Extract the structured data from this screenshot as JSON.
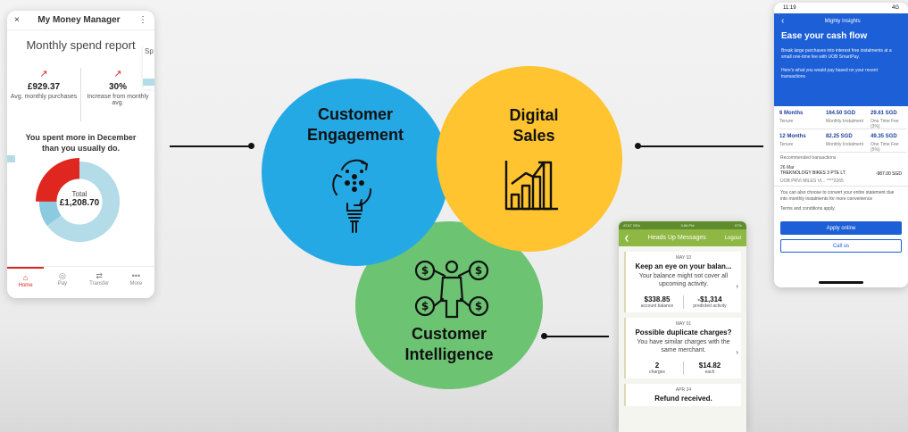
{
  "left_phone": {
    "close_glyph": "×",
    "title": "My Money Manager",
    "menu_glyph": "⋮",
    "subtitle": "Monthly spend report",
    "peek_label": "Sp",
    "stats": [
      {
        "icon": "chart-up-icon",
        "glyph": "↗",
        "value": "£929.37",
        "label": "Avg. monthly purchases"
      },
      {
        "icon": "trend-up-icon",
        "glyph": "↗",
        "value": "30%",
        "label": "Increase from monthly avg."
      }
    ],
    "message": "You spent more in December than you usually do.",
    "total_label": "Total",
    "total_amount": "£1,208.70",
    "nav": [
      {
        "label": "Home",
        "glyph": "⌂"
      },
      {
        "label": "Pay",
        "glyph": "◎"
      },
      {
        "label": "Transfer",
        "glyph": "⇄"
      },
      {
        "label": "More",
        "glyph": "•••"
      }
    ],
    "colors": {
      "accent": "#e0271f",
      "donut_light": "#b3dce8",
      "donut_mid": "#8ccadf"
    }
  },
  "diagram": {
    "nodes": [
      {
        "id": "engagement",
        "label_line1": "Customer",
        "label_line2": "Engagement",
        "color": "#25a9e5",
        "icon": "lightbulb-gears-icon"
      },
      {
        "id": "sales",
        "label_line1": "Digital",
        "label_line2": "Sales",
        "color": "#ffc42f",
        "icon": "bar-chart-growth-icon"
      },
      {
        "id": "intelligence",
        "label_line1": "Customer",
        "label_line2": "Intelligence",
        "color": "#6cc473",
        "icon": "person-money-network-icon"
      }
    ]
  },
  "uob_phone": {
    "time": "11:19",
    "signal": "4G",
    "back_glyph": "‹",
    "nav_title": "Mighty Insights",
    "heading": "Ease your cash flow",
    "desc1": "Break large purchases into interest free instalments at a small one-time fee with UOB SmartPay.",
    "desc2": "Here's what you would pay based on your recent transactions",
    "plans": [
      {
        "tenure": "6 Months",
        "tenure_label": "Tenure",
        "monthly": "164.50 SGD",
        "monthly_label": "Monthly Instalment",
        "fee": "29.61 SGD",
        "fee_label": "One Time Fee (3%)"
      },
      {
        "tenure": "12 Months",
        "tenure_label": "Tenure",
        "monthly": "82.25 SGD",
        "monthly_label": "Monthly Instalment",
        "fee": "49.35 SGD",
        "fee_label": "One Time Fee (5%)"
      }
    ],
    "recommended_label": "Recommended transactions",
    "txn_date": "26 Mar",
    "txn_merchant": "TREKNOLOGY BIKES 3 PTE LT",
    "txn_card": "UOB PRVI MILES VI... ****2265",
    "txn_amount": "-987.00 SGD",
    "note": "You can also choose to convert your entire statement due into monthly instalments for more convenience",
    "terms": "Terms and conditions apply.",
    "apply_label": "Apply online",
    "call_label": "Call us",
    "colors": {
      "primary": "#1d5fd6"
    }
  },
  "heads_up_phone": {
    "carrier": "AT&T  SEA",
    "time": "3:56 PM",
    "battery": "57%",
    "back_glyph": "❮",
    "title": "Heads Up Messages",
    "logout_label": "Logout",
    "chevron_glyph": "›",
    "cards": [
      {
        "date": "MAY 02",
        "heading": "Keep an eye on your balan...",
        "desc": "Your balance might not cover all upcoming activity.",
        "v1": "$338.85",
        "l1": "account balance",
        "v2": "-$1,314",
        "l2": "predicted activity"
      },
      {
        "date": "MAY 01",
        "heading": "Possible duplicate charges?",
        "desc": "You have similar charges with the same merchant.",
        "v1": "2",
        "l1": "charges",
        "v2": "$14.82",
        "l2": "each"
      },
      {
        "date": "APR 24",
        "heading": "Refund received."
      }
    ],
    "colors": {
      "bar": "#8fb744",
      "status": "#5f8d2e"
    }
  }
}
